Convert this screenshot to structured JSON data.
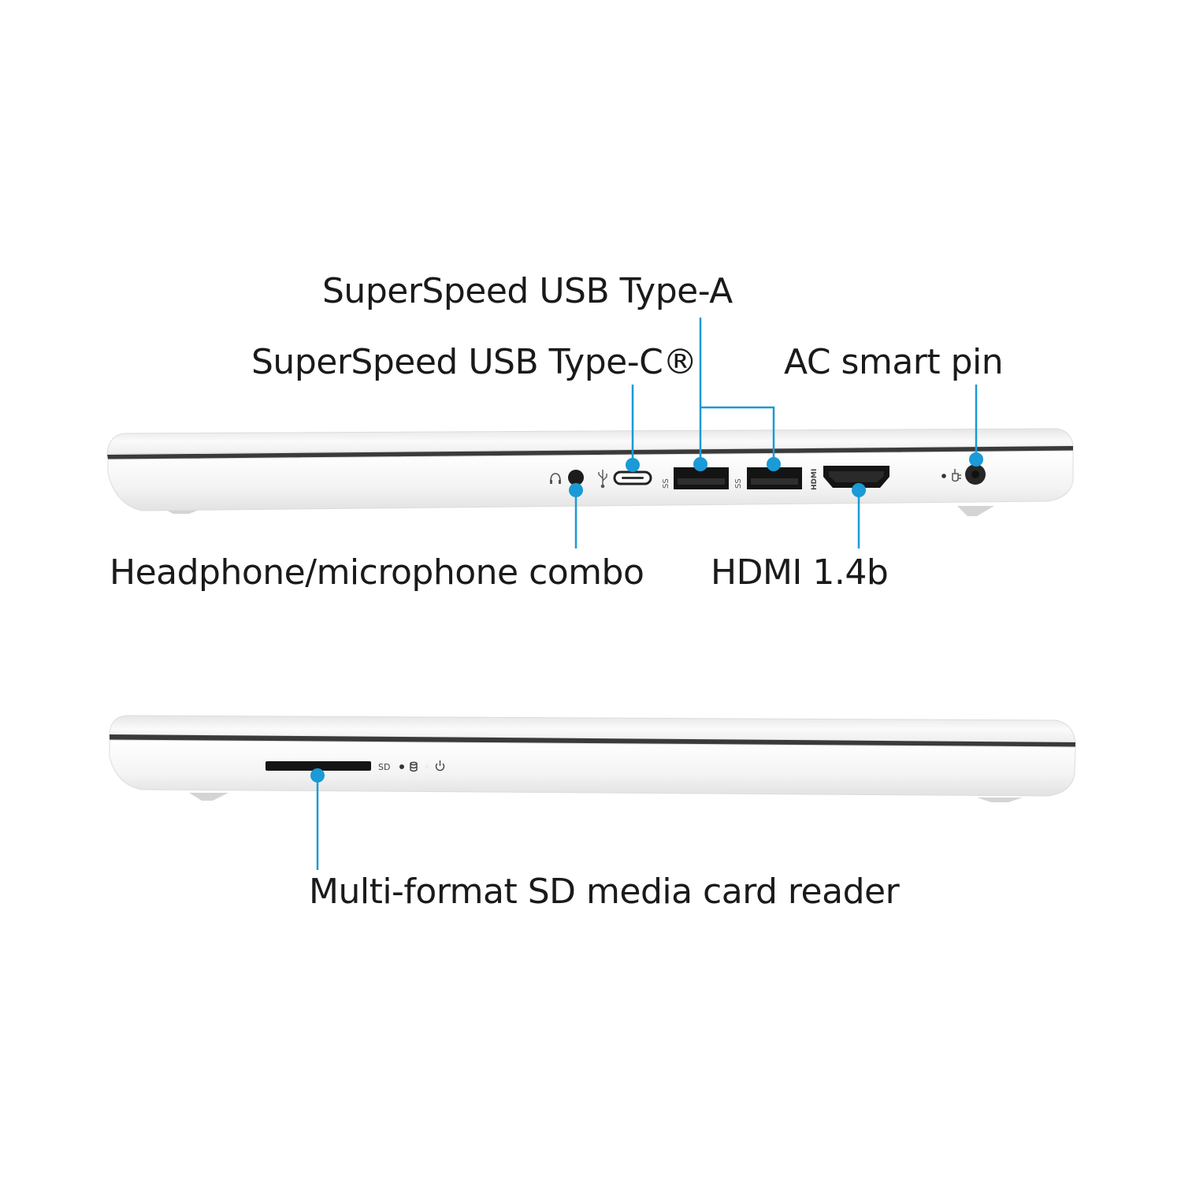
{
  "callouts": {
    "usb_type_a": "SuperSpeed USB Type-A",
    "usb_type_c": "SuperSpeed USB Type-C®",
    "ac_smart_pin": "AC smart pin",
    "headphone_combo": "Headphone/microphone combo",
    "hdmi": "HDMI 1.4b",
    "sd_reader": "Multi-format SD media card reader"
  },
  "port_markings": {
    "hdmi_logo": "HDMI",
    "sd_label": "SD",
    "usb_ss_mark": "SS"
  },
  "colors": {
    "callout_blue": "#1a9ad6",
    "chassis_white": "#f4f4f4",
    "seam_dark": "#3a3a3a"
  }
}
